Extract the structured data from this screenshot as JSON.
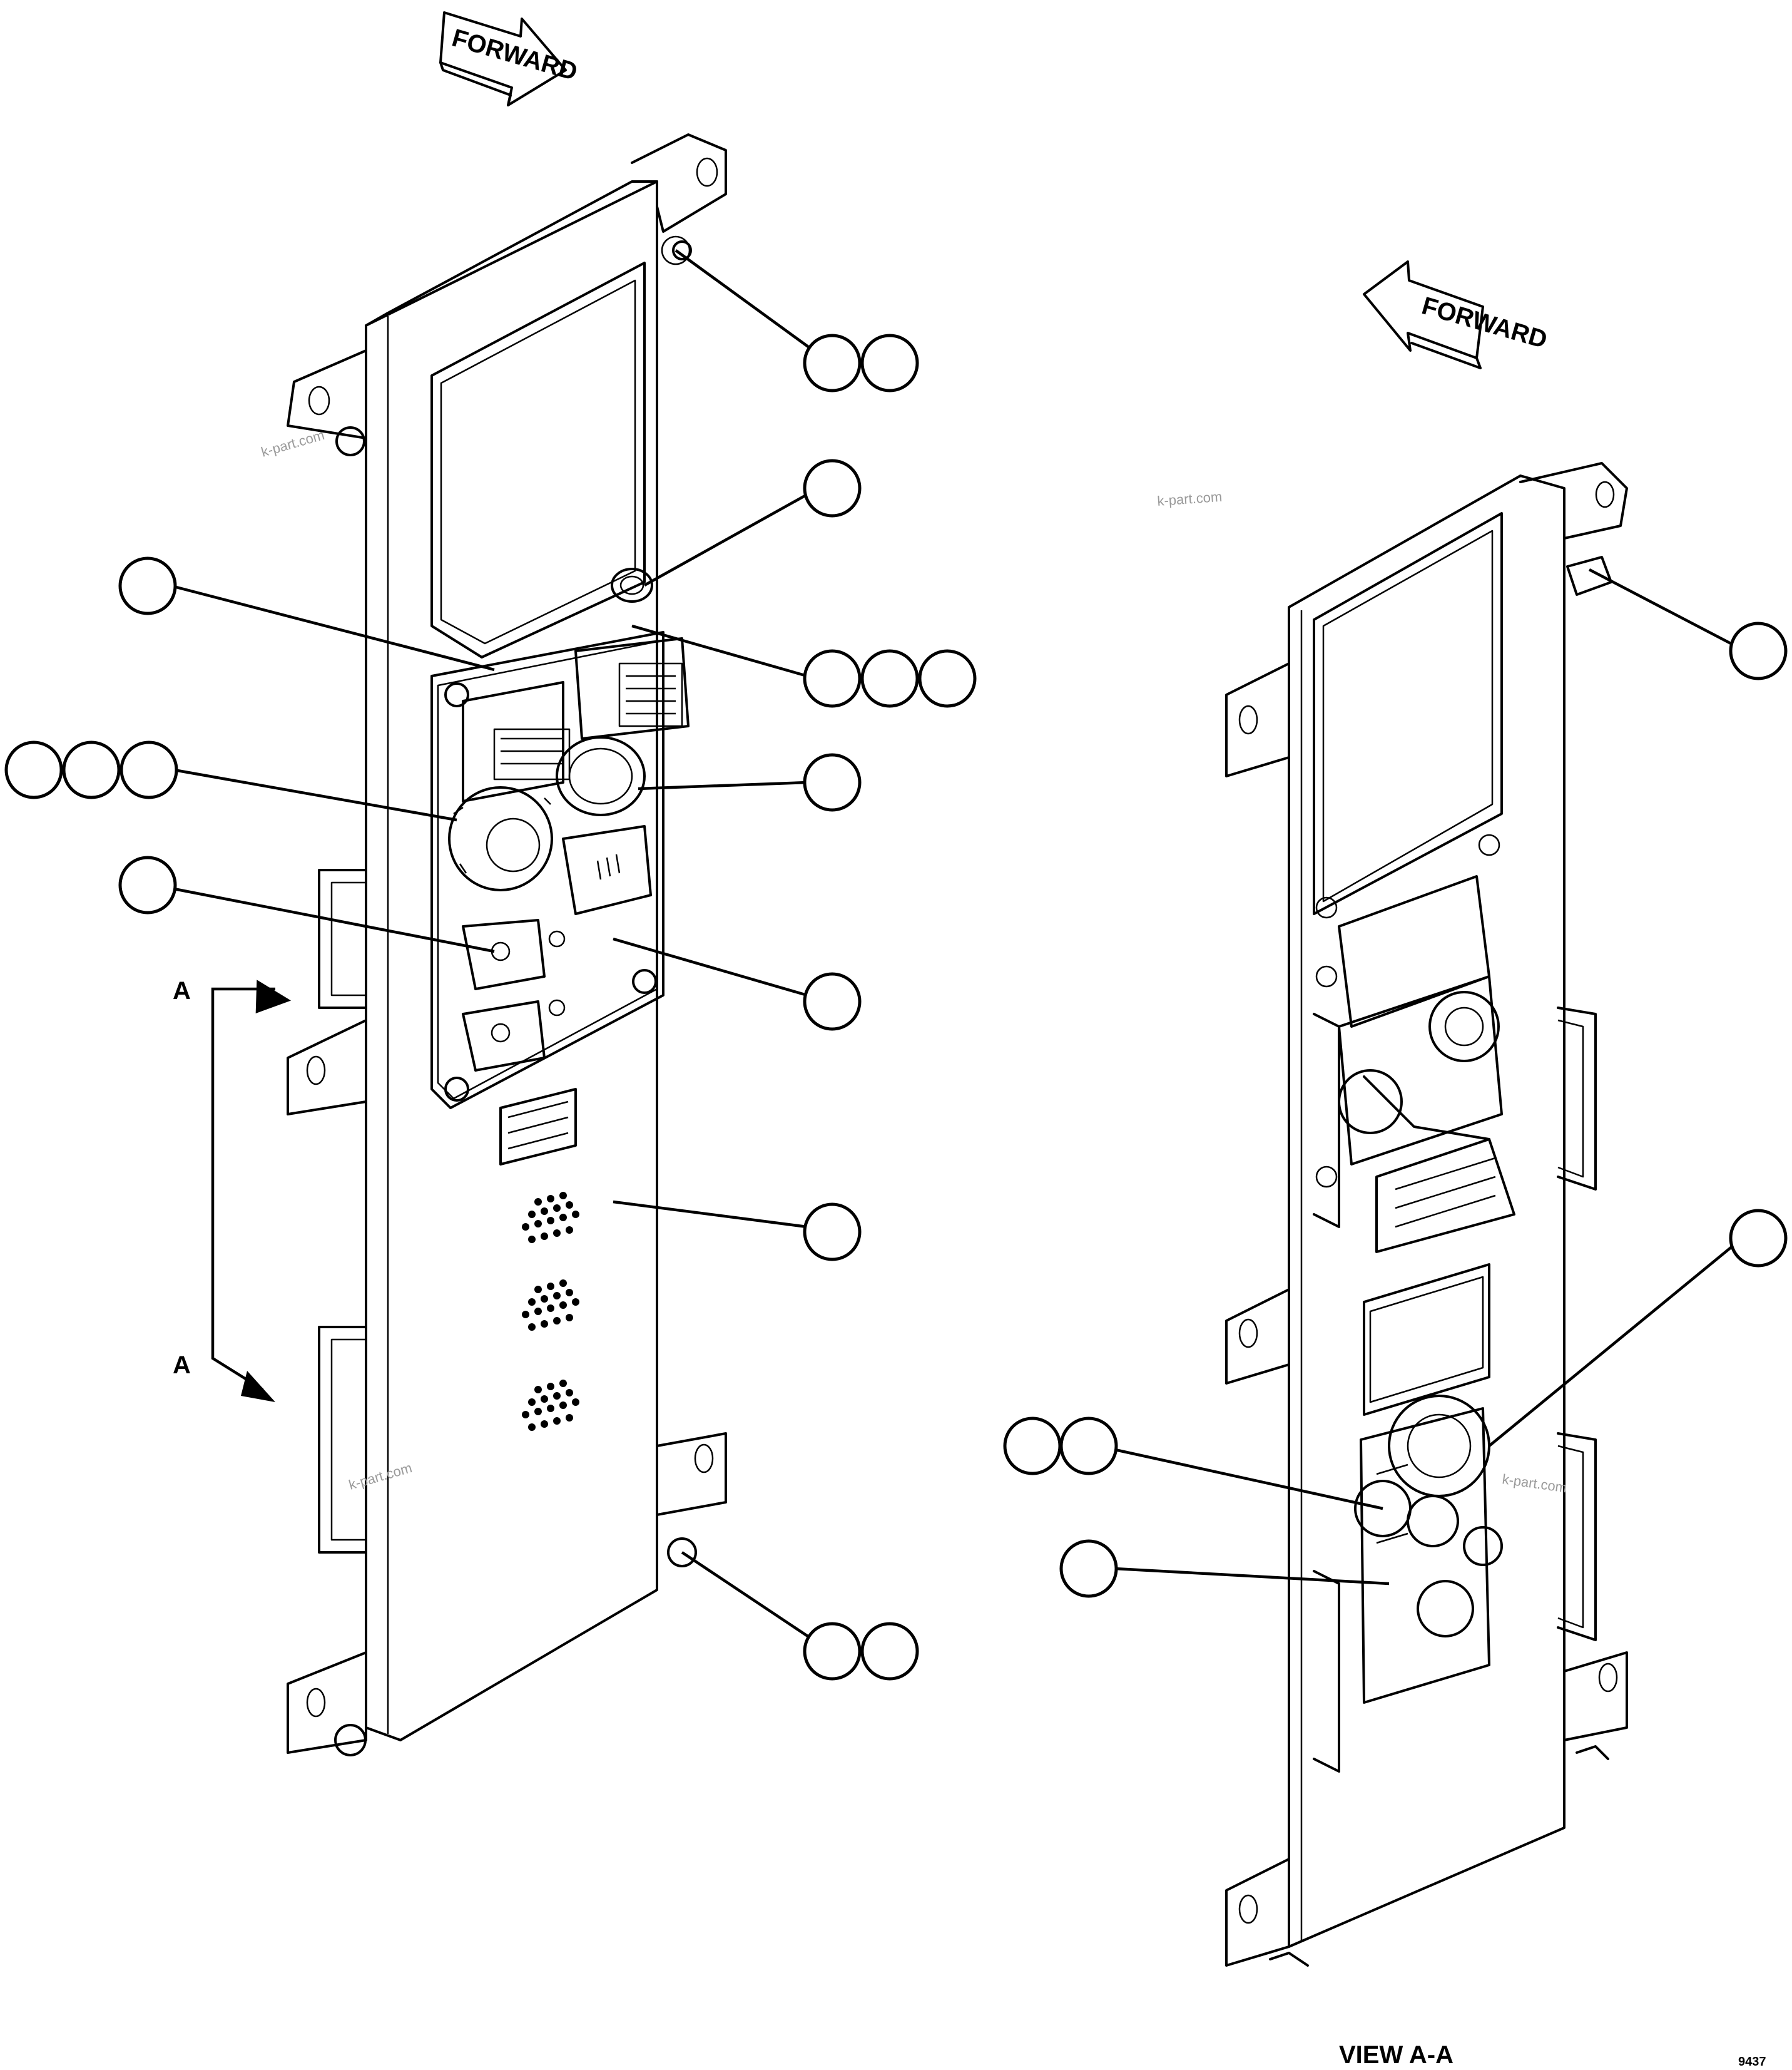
{
  "arrows": {
    "left_forward": "FORWARD",
    "right_forward": "FORWARD"
  },
  "section": {
    "marker_top": "A",
    "marker_bottom": "A",
    "view_caption": "VIEW A-A"
  },
  "figure_code": "9437",
  "watermarks": [
    "k-part.com",
    "k-part.com",
    "k-part.com",
    "k-part.com"
  ],
  "left_assembly": {
    "callouts": [
      {
        "id": "callout-top-right-pair",
        "count": 2
      },
      {
        "id": "callout-grommet",
        "count": 1
      },
      {
        "id": "callout-panel",
        "count": 1
      },
      {
        "id": "callout-connector-triple",
        "count": 3
      },
      {
        "id": "callout-rotary-triple",
        "count": 3
      },
      {
        "id": "callout-knob",
        "count": 1
      },
      {
        "id": "callout-switch",
        "count": 1
      },
      {
        "id": "callout-panel-lower",
        "count": 1
      },
      {
        "id": "callout-plate",
        "count": 1
      },
      {
        "id": "callout-bottom-pair",
        "count": 2
      }
    ]
  },
  "right_assembly": {
    "callouts": [
      {
        "id": "callout-clip",
        "count": 1
      },
      {
        "id": "callout-wire",
        "count": 1
      },
      {
        "id": "callout-bolt-pair",
        "count": 2
      },
      {
        "id": "callout-receptacle-plate",
        "count": 1
      }
    ]
  }
}
